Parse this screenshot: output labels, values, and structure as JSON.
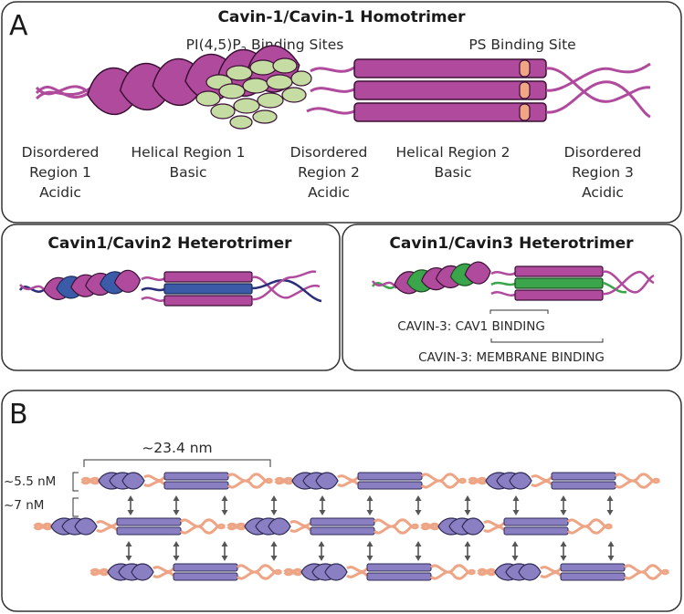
{
  "panelA": {
    "letter": "A",
    "title": "Cavin-1/Cavin-1 Homotrimer",
    "pip_label_prefix": "PI(4,5)P",
    "pip_label_sub": "2",
    "pip_label_suffix": " Binding Sites",
    "ps_label": "PS Binding Site",
    "regions": [
      {
        "lines": [
          "Disordered",
          "Region 1",
          "Acidic"
        ]
      },
      {
        "lines": [
          "Helical Region 1",
          "Basic"
        ]
      },
      {
        "lines": [
          "Disordered",
          "Region 2",
          "Acidic"
        ]
      },
      {
        "lines": [
          "Helical Region 2",
          "Basic"
        ]
      },
      {
        "lines": [
          "Disordered",
          "Region 3",
          "Acidic"
        ]
      }
    ]
  },
  "panelC2": {
    "title": "Cavin1/Cavin2 Heterotrimer"
  },
  "panelC3": {
    "title": "Cavin1/Cavin3 Heterotrimer",
    "cav1_binding": "CAVIN-3: CAV1 BINDING",
    "membrane_binding": "CAVIN-3: MEMBRANE BINDING"
  },
  "panelB": {
    "letter": "B",
    "length_label": "~23.4 nm",
    "height_label_1": "~5.5 nM",
    "height_label_2": "~7 nM"
  },
  "colors": {
    "magenta": "#b04a9c",
    "magenta_dark": "#3b1035",
    "green_site": "#c5dca2",
    "orange_site": "#f0a584",
    "blue": "#3b5ba9",
    "navy": "#2a2d7a",
    "green": "#3aa54a",
    "lavender": "#8b7fc4",
    "salmon": "#eea585"
  }
}
